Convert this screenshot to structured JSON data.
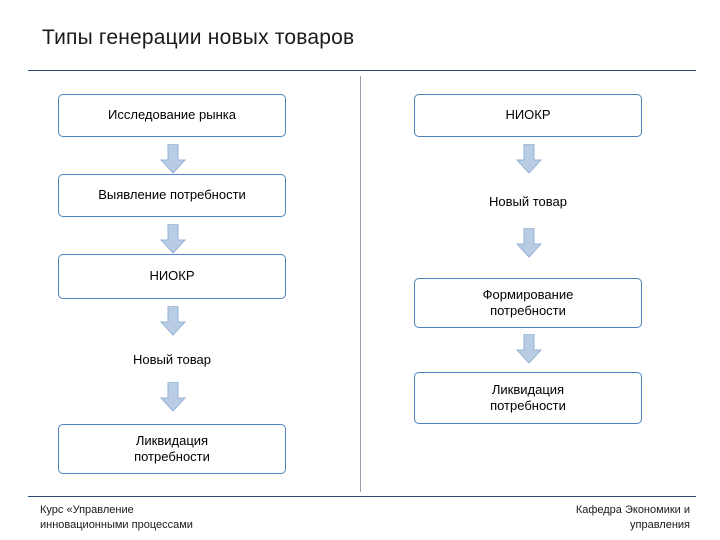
{
  "slide": {
    "title": "Типы генерации новых товаров",
    "accent_color": "#4f81bd",
    "rule_color": "#2b4c73",
    "arrow_color": "#b8cce4",
    "arrow_border_color": "#95b3d7",
    "divider_color": "#9aa3ad"
  },
  "left_column": {
    "nodes": [
      {
        "label": "Исследование рынка",
        "boxed": true
      },
      {
        "label": "Выявление потребности",
        "boxed": true
      },
      {
        "label": "НИОКР",
        "boxed": true
      },
      {
        "label": "Новый товар",
        "boxed": false
      },
      {
        "label": "Ликвидация\nпотребности",
        "boxed": true
      }
    ],
    "arrows": [
      "down-arrow",
      "down-arrow",
      "down-arrow",
      "down-arrow"
    ]
  },
  "right_column": {
    "nodes": [
      {
        "label": "НИОКР",
        "boxed": true
      },
      {
        "label": "Новый товар",
        "boxed": false
      },
      {
        "label": "Формирование\nпотребности",
        "boxed": true
      },
      {
        "label": "Ликвидация\nпотребности",
        "boxed": true
      }
    ],
    "arrows": [
      "down-arrow",
      "down-arrow",
      "down-arrow"
    ]
  },
  "footer": {
    "left": "Курс «Управление\nинновационными процессами",
    "right": "Кафедра Экономики и\nуправления"
  }
}
